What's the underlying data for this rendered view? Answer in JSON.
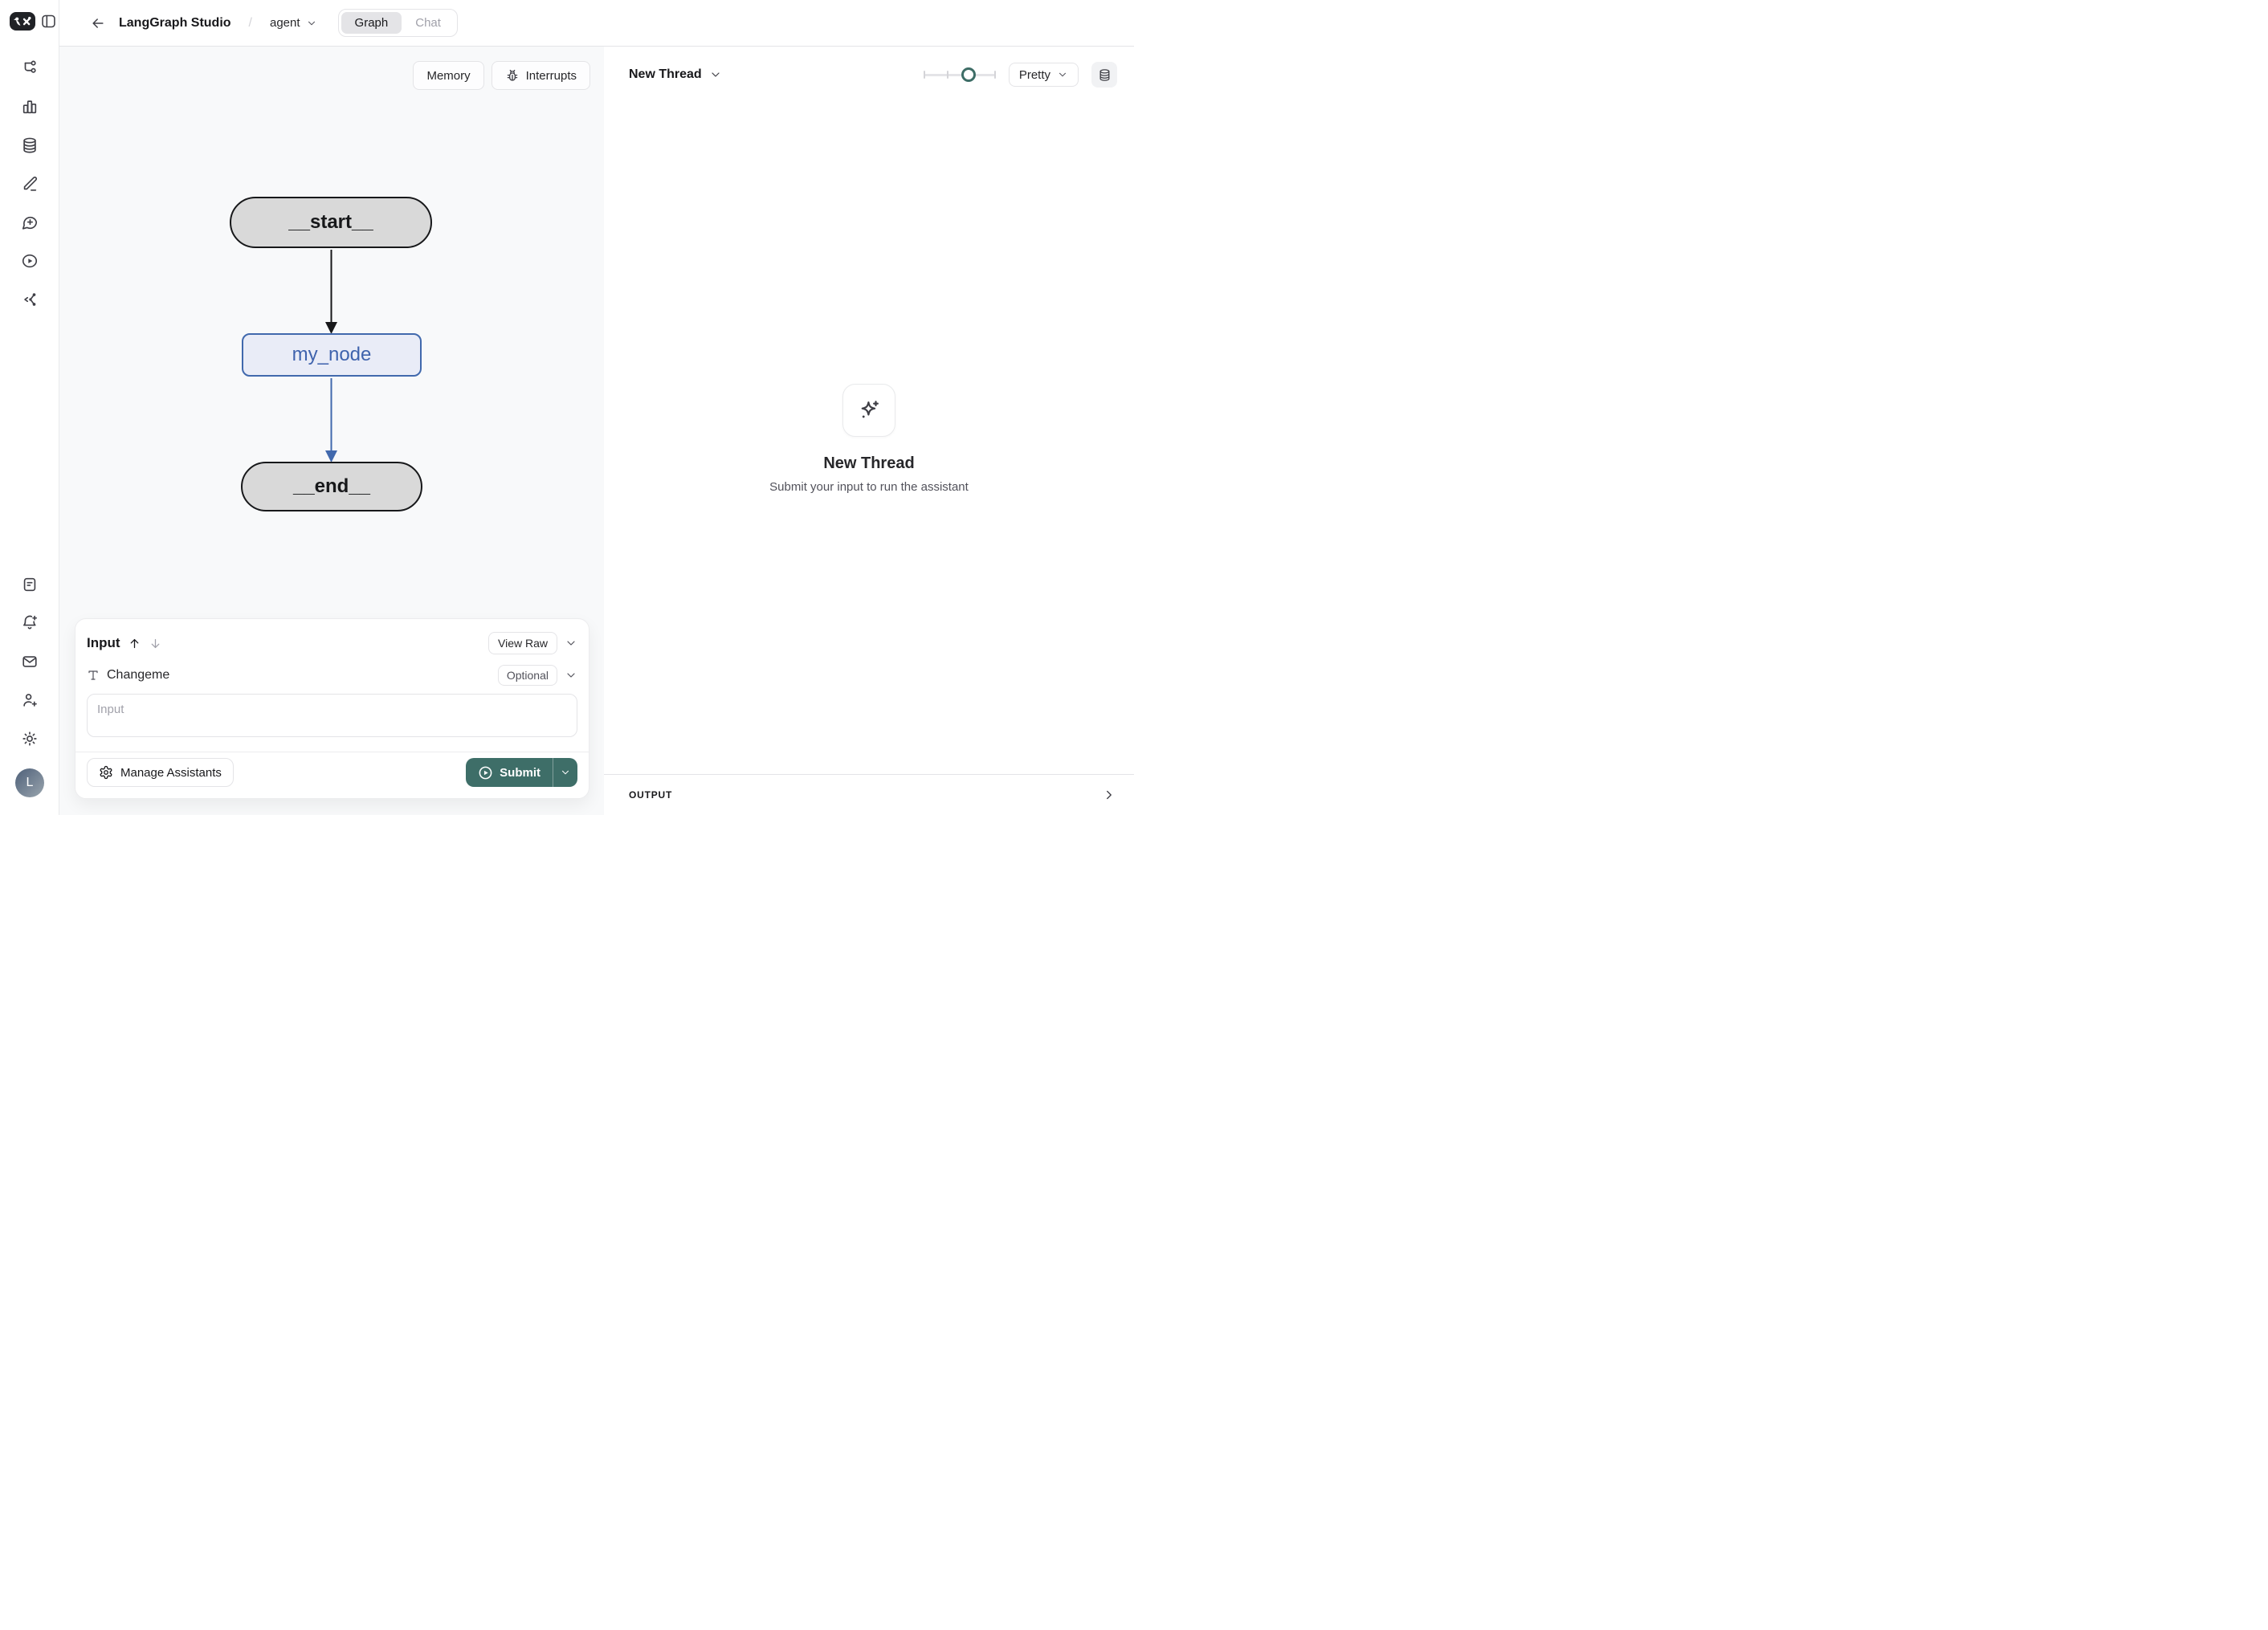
{
  "header": {
    "title": "LangGraph Studio",
    "breadcrumb_separator": "/",
    "agent_selector": "agent",
    "tabs": [
      {
        "label": "Graph",
        "active": true
      },
      {
        "label": "Chat",
        "active": false
      }
    ]
  },
  "sidebar": {
    "icons_top": [
      "workflow",
      "bar-chart",
      "database",
      "pencil",
      "message-plus",
      "play-circle",
      "share-network"
    ],
    "icons_bottom": [
      "document",
      "bell-plus",
      "mail",
      "user-plus",
      "sun"
    ],
    "avatar_initial": "L"
  },
  "canvas": {
    "memory_label": "Memory",
    "interrupts_label": "Interrupts",
    "graph": {
      "nodes": [
        {
          "id": "__start__",
          "label": "__start__",
          "kind": "start"
        },
        {
          "id": "my_node",
          "label": "my_node",
          "kind": "task"
        },
        {
          "id": "__end__",
          "label": "__end__",
          "kind": "end"
        }
      ],
      "edges": [
        {
          "from": "__start__",
          "to": "my_node",
          "color": "#17181a"
        },
        {
          "from": "my_node",
          "to": "__end__",
          "color": "#4169ad"
        }
      ]
    }
  },
  "input_panel": {
    "title": "Input",
    "view_raw_label": "View Raw",
    "field": {
      "label": "Changeme",
      "badge": "Optional",
      "placeholder": "Input",
      "value": ""
    },
    "manage_assistants_label": "Manage Assistants",
    "submit_label": "Submit"
  },
  "thread": {
    "header_title": "New Thread",
    "zoom_slider_value_pct": 62,
    "render_mode": "Pretty",
    "empty": {
      "title": "New Thread",
      "subtitle": "Submit your input to run the assistant"
    },
    "output_label": "OUTPUT"
  },
  "colors": {
    "accent_teal": "#3e6e68",
    "slider_thumb_teal": "#3d6d66",
    "node_gray_fill": "#d9d9d9",
    "node_border_black": "#17181a",
    "node_blue_fill": "#e9ecf7",
    "node_blue_border": "#4169ad",
    "canvas_bg": "#f8f9fa",
    "border_gray": "#e4e4e7",
    "muted_text": "#52525b"
  }
}
